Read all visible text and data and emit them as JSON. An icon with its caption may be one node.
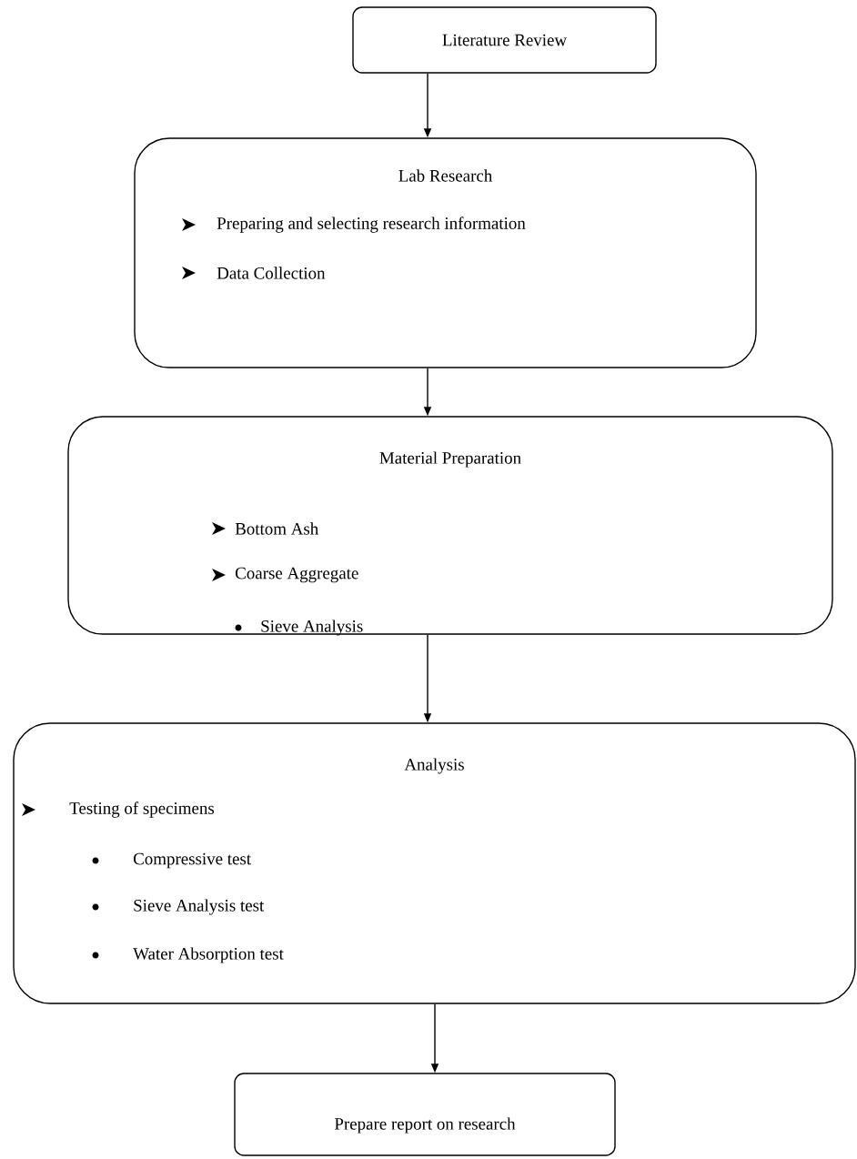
{
  "diagram": {
    "nodes": [
      {
        "text": [
          "Literature Review"
        ]
      },
      {
        "text": [
          "Lab Research",
          "Preparing and selecting research information",
          "Data Collection"
        ]
      },
      {
        "text": [
          "Material Preparation",
          "Bottom Ash",
          "Coarse Aggregate",
          "Sieve Analysis"
        ]
      },
      {
        "text": [
          "Analysis",
          "Testing of specimens",
          "Compressive test",
          "Sieve Analysis test",
          "Water Absorption test"
        ]
      },
      {
        "text": [
          "Prepare report on research"
        ]
      }
    ],
    "edges": [
      {
        "from": 0,
        "to": 1,
        "arrow": "to"
      },
      {
        "from": 1,
        "to": 2,
        "arrow": "to"
      },
      {
        "from": 2,
        "to": 3,
        "arrow": "to"
      },
      {
        "from": 3,
        "to": 4,
        "arrow": "to"
      }
    ]
  }
}
